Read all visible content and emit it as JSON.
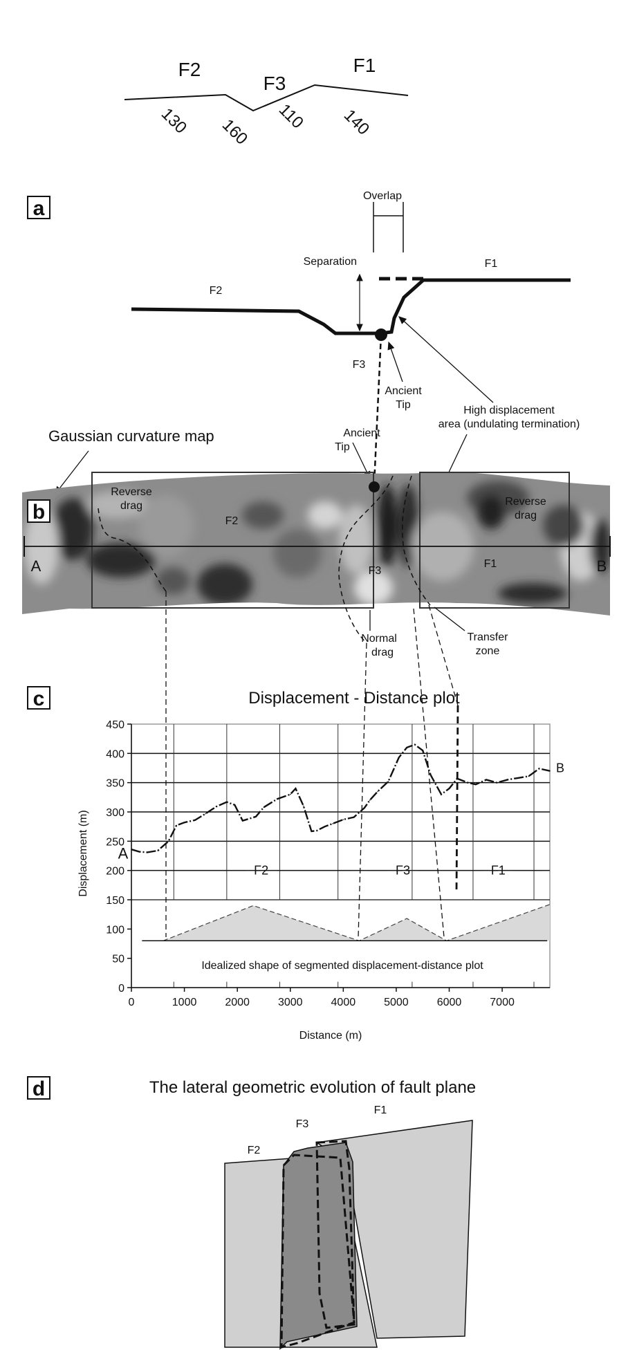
{
  "top_sketch": {
    "segment_labels": [
      "F2",
      "F3",
      "F1"
    ],
    "strike_labels": [
      "130",
      "160",
      "110",
      "140"
    ]
  },
  "panel_a": {
    "letter": "a",
    "labels": {
      "overlap": "Overlap",
      "separation": "Separation",
      "f1": "F1",
      "f2": "F2",
      "f3": "F3",
      "ancient_tip_1": "Ancient",
      "ancient_tip_2": "Tip",
      "high_disp_1": "High displacement",
      "high_disp_2": "area (undulating termination)"
    }
  },
  "panel_b": {
    "letter": "b",
    "title": "Gaussian curvature map",
    "labels": {
      "ancient_tip_1": "Ancient",
      "ancient_tip_2": "Tip",
      "reverse_drag_left_1": "Reverse",
      "reverse_drag_left_2": "drag",
      "reverse_drag_right_1": "Reverse",
      "reverse_drag_right_2": "drag",
      "f2": "F2",
      "f3": "F3",
      "f1": "F1",
      "end_a": "A",
      "end_b": "B",
      "normal_drag_1": "Normal",
      "normal_drag_2": "drag",
      "transfer_zone_1": "Transfer",
      "transfer_zone_2": "zone"
    }
  },
  "panel_c": {
    "letter": "c",
    "idealized_caption": "Idealized shape of segmented displacement-distance plot"
  },
  "chart_data": {
    "type": "line",
    "title": "Displacement - Distance plot",
    "xlabel": "Distance (m)",
    "ylabel": "Displacement (m)",
    "xlim": [
      0,
      7900
    ],
    "ylim": [
      0,
      450
    ],
    "xticks": [
      0,
      1000,
      2000,
      3000,
      4000,
      5000,
      6000,
      7000
    ],
    "yticks": [
      0,
      50,
      100,
      150,
      200,
      250,
      300,
      350,
      400,
      450
    ],
    "grid": true,
    "series": [
      {
        "x": [
          0,
          150,
          300,
          500,
          700,
          850,
          1000,
          1200,
          1400,
          1600,
          1800,
          1950,
          2100,
          2350,
          2500,
          2750,
          3000,
          3100,
          3250,
          3400,
          3500,
          3650,
          3800,
          4000,
          4200,
          4400,
          4500,
          4650,
          4850,
          5050,
          5200,
          5350,
          5500,
          5650,
          5850,
          6000,
          6150,
          6350,
          6500,
          6700,
          6900,
          7100,
          7300,
          7500,
          7700,
          7900
        ],
        "y": [
          236,
          232,
          231,
          234,
          250,
          277,
          282,
          286,
          297,
          309,
          317,
          312,
          285,
          292,
          308,
          322,
          330,
          340,
          310,
          267,
          268,
          275,
          280,
          287,
          291,
          307,
          320,
          335,
          352,
          393,
          410,
          415,
          405,
          363,
          330,
          340,
          357,
          350,
          347,
          355,
          350,
          355,
          358,
          361,
          374,
          370
        ]
      }
    ],
    "segment_labels": [
      {
        "name": "F2",
        "x_start": 600,
        "x_end": 4300
      },
      {
        "name": "F3",
        "x_start": 4300,
        "x_end": 5950
      },
      {
        "name": "F1",
        "x_start": 5950,
        "x_end": 7900
      }
    ],
    "idealized_profile": [
      {
        "x": 600,
        "y": 80
      },
      {
        "x": 2300,
        "y": 140
      },
      {
        "x": 4300,
        "y": 80
      },
      {
        "x": 5200,
        "y": 118
      },
      {
        "x": 5950,
        "y": 80
      },
      {
        "x": 7900,
        "y": 142
      }
    ],
    "end_labels": {
      "start": "A",
      "end": "B"
    }
  },
  "panel_d": {
    "letter": "d",
    "title": "The lateral geometric evolution of fault plane",
    "labels": [
      "F3",
      "F1",
      "F2"
    ]
  }
}
